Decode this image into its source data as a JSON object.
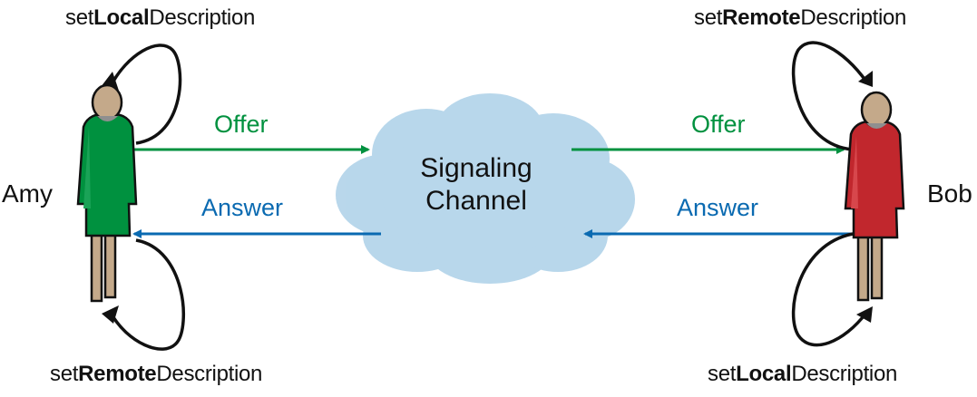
{
  "amy": {
    "name": "Amy",
    "top_call": {
      "prefix": "set",
      "bold": "Local",
      "suffix": "Description"
    },
    "bottom_call": {
      "prefix": "set",
      "bold": "Remote",
      "suffix": "Description"
    },
    "body_color": "#00913f"
  },
  "bob": {
    "name": "Bob",
    "top_call": {
      "prefix": "set",
      "bold": "Remote",
      "suffix": "Description"
    },
    "bottom_call": {
      "prefix": "set",
      "bold": "Local",
      "suffix": "Description"
    },
    "body_color": "#c1272d"
  },
  "channel": {
    "line1": "Signaling",
    "line2": "Channel",
    "color": "#b5d5ea"
  },
  "messages": {
    "offer_left": "Offer",
    "answer_left": "Answer",
    "offer_right": "Offer",
    "answer_right": "Answer",
    "offer_color": "#00913f",
    "answer_color": "#0a6ab1"
  }
}
